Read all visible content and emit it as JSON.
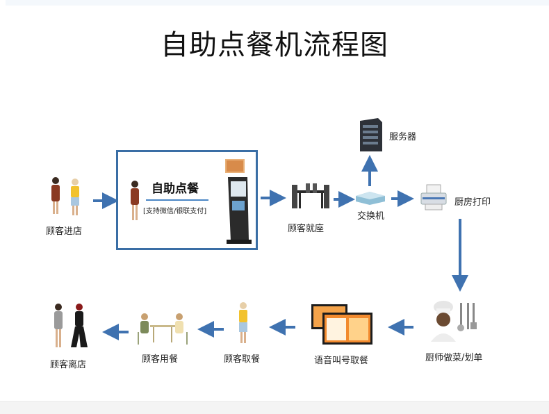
{
  "title": "自助点餐机流程图",
  "colors": {
    "arrow": "#3f72b0",
    "box_border": "#3a6ea5",
    "box_underline": "#4a86c5"
  },
  "steps": [
    {
      "id": "enter",
      "label": "顾客进店",
      "icon": "customers-icon"
    },
    {
      "id": "order",
      "label": "自助点餐",
      "sublabel": "[支持微信/银联支付]",
      "icon": "kiosk-icon"
    },
    {
      "id": "seat",
      "label": "顾客就座",
      "icon": "dining-table-icon"
    },
    {
      "id": "switch",
      "label": "交换机",
      "icon": "network-switch-icon"
    },
    {
      "id": "server",
      "label": "服务器",
      "icon": "server-icon"
    },
    {
      "id": "print",
      "label": "厨房打印",
      "icon": "printer-icon"
    },
    {
      "id": "cook",
      "label": "厨师做菜/划单",
      "icon": "chef-icon"
    },
    {
      "id": "call",
      "label": "语音叫号取餐",
      "icon": "call-screen-icon"
    },
    {
      "id": "pickup",
      "label": "顾客取餐",
      "icon": "customer-icon"
    },
    {
      "id": "eat",
      "label": "顾客用餐",
      "icon": "diners-icon"
    },
    {
      "id": "leave",
      "label": "顾客离店",
      "icon": "leaving-customers-icon"
    }
  ],
  "flow": [
    [
      "enter",
      "order"
    ],
    [
      "order",
      "seat"
    ],
    [
      "seat",
      "switch"
    ],
    [
      "switch",
      "server"
    ],
    [
      "switch",
      "print"
    ],
    [
      "print",
      "cook"
    ],
    [
      "cook",
      "call"
    ],
    [
      "call",
      "pickup"
    ],
    [
      "pickup",
      "eat"
    ],
    [
      "eat",
      "leave"
    ]
  ]
}
